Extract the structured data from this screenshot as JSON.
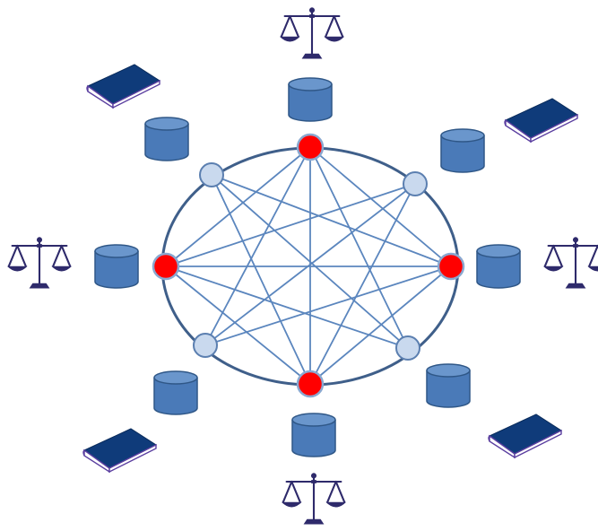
{
  "colors": {
    "background": "#ffffff",
    "ring": "#3f5f8a",
    "mesh_line": "#5b86be",
    "consensus_node_fill": "#ff0000",
    "consensus_node_stroke": "#8aa8d0",
    "peer_node_fill": "#c9d9ee",
    "peer_node_stroke": "#5b7fb0",
    "database_fill": "#4a7ab8",
    "database_top": "#6a96cc",
    "database_stroke": "#2f5787",
    "scale_color": "#2e2a6b",
    "book_cover": "#0f3b7a",
    "book_pages": "#ffffff",
    "book_edge": "#5b3fa0"
  },
  "icons": {
    "node_consensus": "red-node-icon",
    "node_peer": "light-node-icon",
    "database": "database-icon",
    "scale": "scales-of-justice-icon",
    "book": "book-icon"
  },
  "nodes": [
    {
      "id": "n-top",
      "role": "consensus"
    },
    {
      "id": "n-top-right",
      "role": "peer"
    },
    {
      "id": "n-right",
      "role": "consensus"
    },
    {
      "id": "n-bottom-right",
      "role": "peer"
    },
    {
      "id": "n-bottom",
      "role": "consensus"
    },
    {
      "id": "n-bottom-left",
      "role": "peer"
    },
    {
      "id": "n-left",
      "role": "consensus"
    },
    {
      "id": "n-top-left",
      "role": "peer"
    }
  ]
}
